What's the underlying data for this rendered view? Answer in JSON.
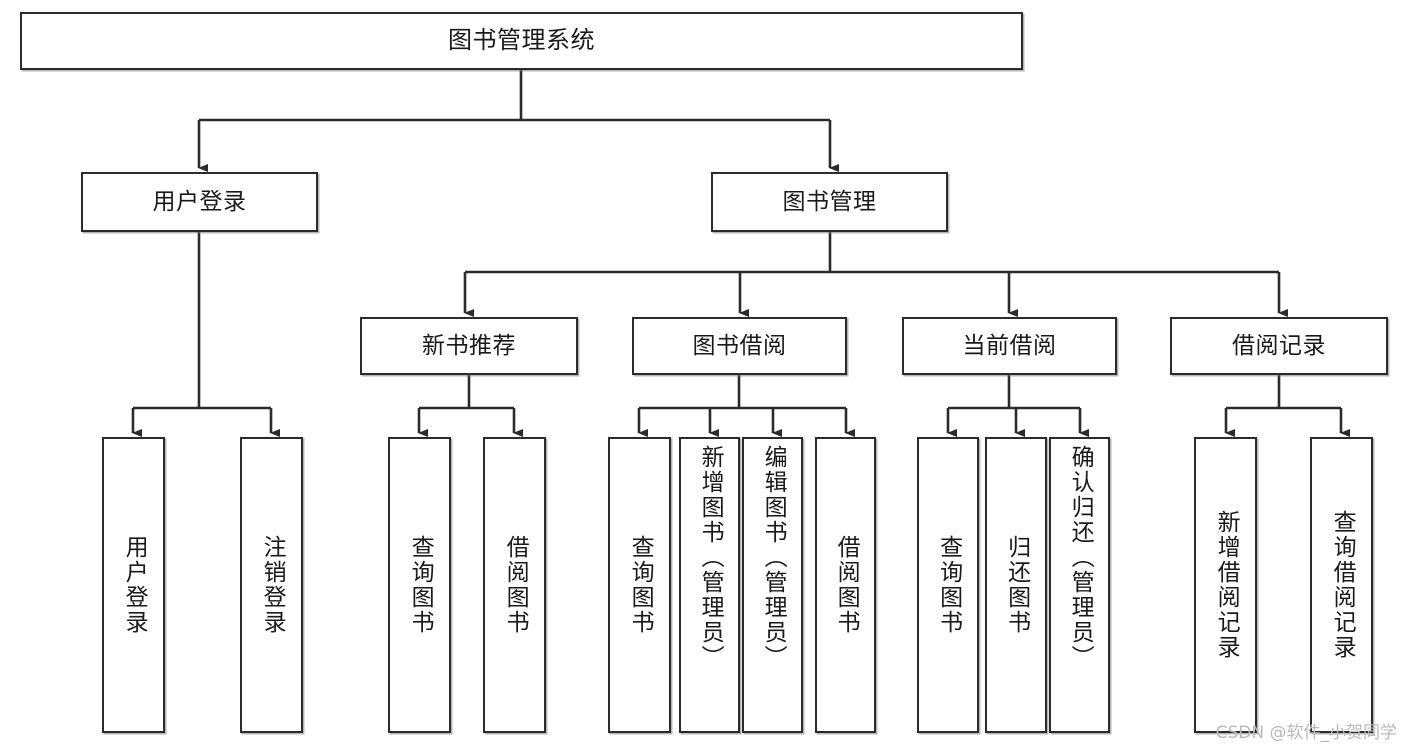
{
  "diagram": {
    "title": "图书管理系统",
    "type": "tree-structure-chart",
    "watermark": "CSDN @软件_小贺同学",
    "colors": {
      "box_border": "#2b2b2b",
      "box_fill": "#ffffff",
      "connector": "#2b2b2b",
      "text": "#1a1a1a",
      "watermark": "#b9b9b9"
    }
  },
  "root": {
    "label": "图书管理系统"
  },
  "level2": [
    {
      "label": "用户登录"
    },
    {
      "label": "图书管理"
    }
  ],
  "level3": [
    {
      "label": "新书推荐"
    },
    {
      "label": "图书借阅"
    },
    {
      "label": "当前借阅"
    },
    {
      "label": "借阅记录"
    }
  ],
  "leaves": {
    "user_login": [
      {
        "label": "用户登录"
      },
      {
        "label": "注销登录"
      }
    ],
    "new_book_recommend": [
      {
        "label": "查询图书"
      },
      {
        "label": "借阅图书"
      }
    ],
    "book_borrow": [
      {
        "label": "查询图书"
      },
      {
        "label": "新增图书（管理员）"
      },
      {
        "label": "编辑图书（管理员）"
      },
      {
        "label": "借阅图书"
      }
    ],
    "current_borrow": [
      {
        "label": "查询图书"
      },
      {
        "label": "归还图书"
      },
      {
        "label": "确认归还（管理员）"
      }
    ],
    "borrow_records": [
      {
        "label": "新增借阅记录"
      },
      {
        "label": "查询借阅记录"
      }
    ]
  }
}
